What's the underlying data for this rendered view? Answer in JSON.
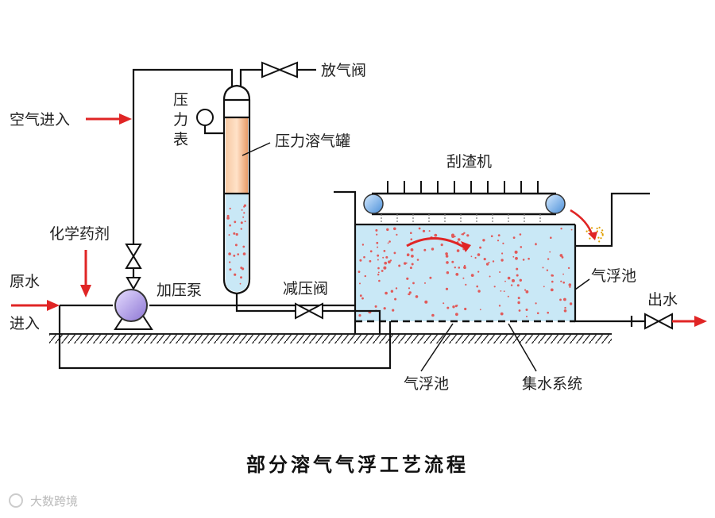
{
  "title": "部分溶气气浮工艺流程",
  "watermark": "大数跨境",
  "labels": {
    "air_inlet": "空气进入",
    "vent_valve": "放气阀",
    "pressure_gauge": "压力表",
    "tank": "压力溶气罐",
    "scraper": "刮渣机",
    "chemical": "化学药剂",
    "raw_water_1": "原水",
    "raw_water_2": "进入",
    "pump": "加压泵",
    "relief_valve": "减压阀",
    "flotation_tank_right": "气浮池",
    "outlet": "出水",
    "flotation_tank_bottom": "气浮池",
    "collection_system": "集水系统"
  },
  "colors": {
    "line": "#111111",
    "arrow": "#e02525",
    "water": "#c9e8f6",
    "tank_fill": "#f3b48a",
    "pump": "#b9a8e8",
    "roller": "#7fb3e8",
    "bubble": "#e05a5a"
  }
}
